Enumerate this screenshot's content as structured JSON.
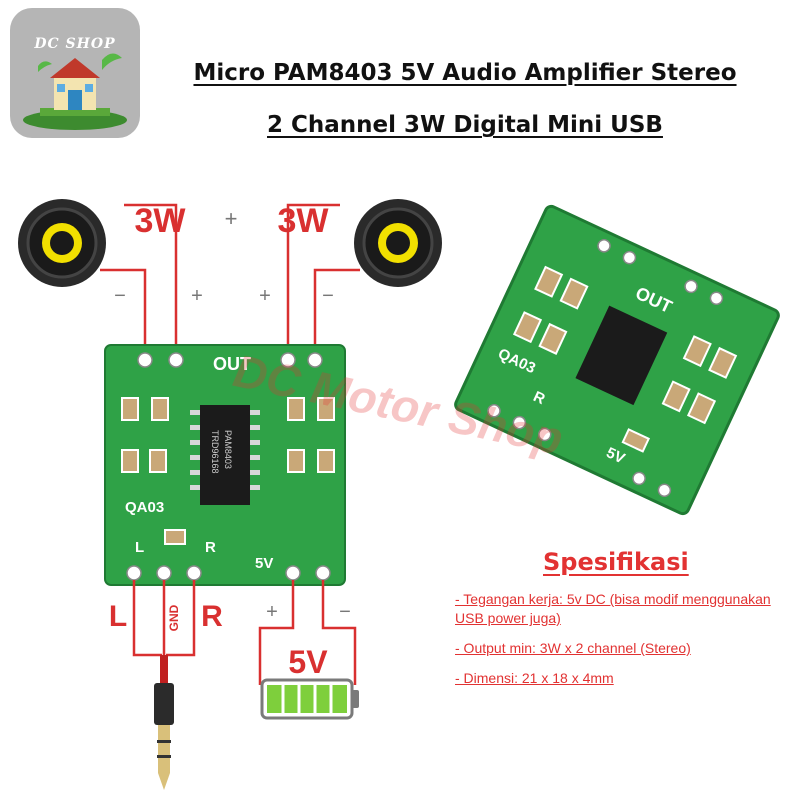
{
  "logo": {
    "brand": "DC SHOP"
  },
  "title": {
    "line1": "Micro PAM8403 5V Audio Amplifier Stereo",
    "line2": "2 Channel 3W Digital Mini USB"
  },
  "diagram": {
    "power_left": "3W",
    "power_right": "3W",
    "plus_sign": "+",
    "minus_sign": "−",
    "board_out": "OUT",
    "board_chip_line1": "PAM8403",
    "board_chip_line2": "TRD96168",
    "board_model": "QA03",
    "board_l": "L",
    "board_r": "R",
    "board_5v": "5V",
    "input_l": "L",
    "input_gnd": "GND",
    "input_r": "R",
    "supply": "5V",
    "watermark": "DC Motor Shop"
  },
  "specs": {
    "title": "Spesifikasi",
    "items": [
      "- Tegangan kerja: 5v DC (bisa modif menggunakan USB power juga)",
      "- Output min: 3W x 2 channel (Stereo)",
      "- Dimensi: 21 x 18 x 4mm"
    ]
  },
  "colors": {
    "wire": "#d93030",
    "pcb": "#2fa247",
    "accent": "#e23232",
    "battery": "#7ecf3c"
  }
}
